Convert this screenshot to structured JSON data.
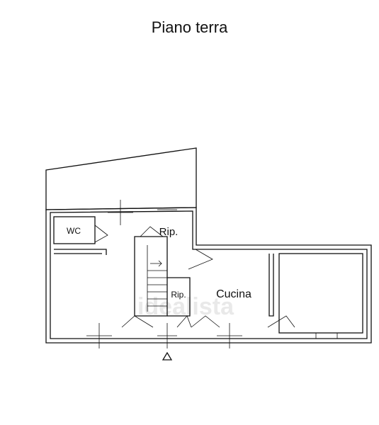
{
  "floor_title": "Piano terra",
  "rooms": {
    "wc": "WC",
    "storage_upper": "Rip.",
    "storage_lower": "Rip.",
    "kitchen": "Cucina"
  },
  "watermark": "idealista"
}
